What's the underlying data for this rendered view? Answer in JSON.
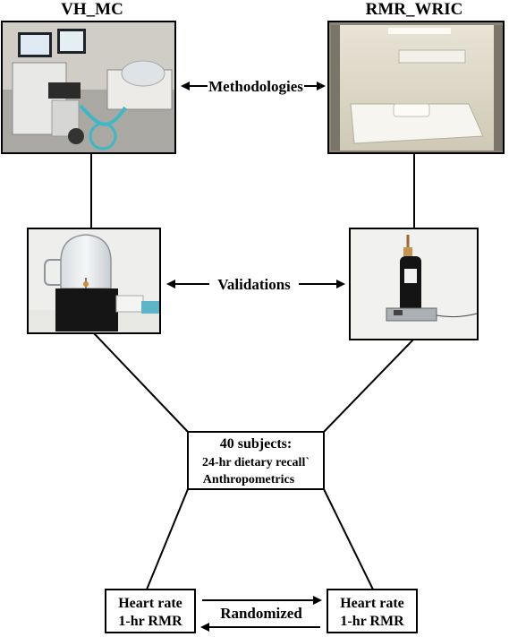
{
  "titles": {
    "left": "VH_MC",
    "right": "RMR_WRIC"
  },
  "labels": {
    "methodologies": "Methodologies",
    "validations": "Validations",
    "randomized": "Randomized"
  },
  "subjects_box": {
    "line1": "40 subjects:",
    "line2": "24-hr dietary recall`",
    "line3": "Anthropometrics"
  },
  "left_box": {
    "line1": "Heart rate",
    "line2": "1-hr RMR"
  },
  "right_box": {
    "line1": "Heart rate",
    "line2": "1-hr RMR"
  },
  "photos": {
    "vh_mc_room": "metabolic-cart-room-photo",
    "wric_room": "whole-room-calorimeter-photo",
    "glass_bell": "glass-bell-jar-validation-photo",
    "gas_cylinder": "gas-cylinder-on-scale-photo"
  }
}
